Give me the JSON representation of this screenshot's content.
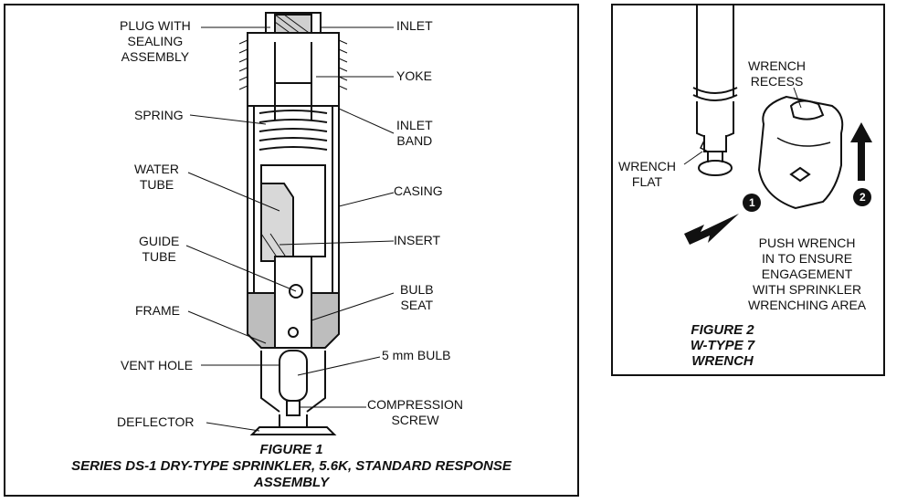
{
  "figure1": {
    "caption_number": "FIGURE 1",
    "caption_line1": "SERIES DS-1 DRY-TYPE SPRINKLER, 5.6K, STANDARD RESPONSE",
    "caption_line2": "ASSEMBLY",
    "labels": {
      "plug": [
        "PLUG WITH",
        "SEALING",
        "ASSEMBLY"
      ],
      "spring": "SPRING",
      "water_tube": [
        "WATER",
        "TUBE"
      ],
      "guide_tube": [
        "GUIDE",
        "TUBE"
      ],
      "frame": "FRAME",
      "vent_hole": "VENT HOLE",
      "deflector": "DEFLECTOR",
      "inlet": "INLET",
      "yoke": "YOKE",
      "inlet_band": [
        "INLET",
        "BAND"
      ],
      "casing": "CASING",
      "insert": "INSERT",
      "bulb_seat": [
        "BULB",
        "SEAT"
      ],
      "bulb": "5 mm BULB",
      "compression_screw": [
        "COMPRESSION",
        "SCREW"
      ]
    }
  },
  "figure2": {
    "caption_line1": "FIGURE 2",
    "caption_line2": "W-TYPE 7",
    "caption_line3": "WRENCH",
    "labels": {
      "wrench_recess": [
        "WRENCH",
        "RECESS"
      ],
      "wrench_flat": [
        "WRENCH",
        "FLAT"
      ],
      "instruction": [
        "PUSH WRENCH",
        "IN TO ENSURE",
        "ENGAGEMENT",
        "WITH SPRINKLER",
        "WRENCHING AREA"
      ],
      "step1": "1",
      "step2": "2"
    }
  }
}
